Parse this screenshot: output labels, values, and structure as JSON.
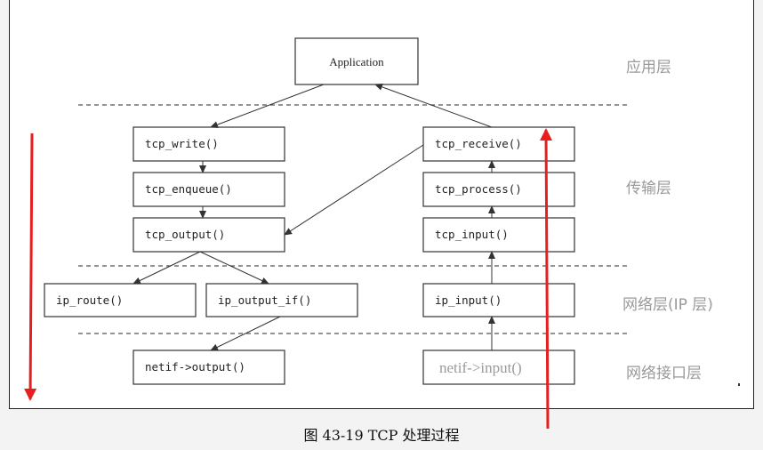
{
  "boxes": {
    "application": "Application",
    "tcp_write": "tcp_write()",
    "tcp_enqueue": "tcp_enqueue()",
    "tcp_output": "tcp_output()",
    "ip_route": "ip_route()",
    "ip_output_if": "ip_output_if()",
    "netif_output": "netif->output()",
    "tcp_receive": "tcp_receive()",
    "tcp_process": "tcp_process()",
    "tcp_input": "tcp_input()",
    "ip_input": "ip_input()",
    "netif_input": "netif->input()"
  },
  "layers": {
    "application": "应用层",
    "transport": "传输层",
    "network": "网络层(IP 层)",
    "link": "网络接口层"
  },
  "caption": "图 43-19 TCP 处理过程",
  "colors": {
    "red_arrow": "#e51f1f",
    "layer_text": "#9a9a9a"
  }
}
